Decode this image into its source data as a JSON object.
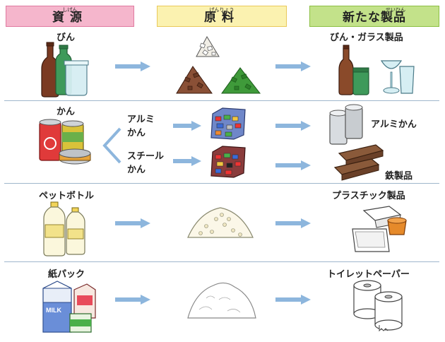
{
  "headers": {
    "resource": {
      "label": "資源",
      "ruby": "しげん"
    },
    "material": {
      "label": "原料",
      "ruby": "げんりょう"
    },
    "product": {
      "label": "新たな製品",
      "ruby": "せいひん"
    }
  },
  "rows": {
    "bottle": {
      "resource": "びん",
      "product": "びん・ガラス製品"
    },
    "can": {
      "resource": "かん",
      "branch_alu_line1": "アルミ",
      "branch_alu_line2": "かん",
      "branch_steel_line1": "スチール",
      "branch_steel_line2": "かん",
      "product_alu": "アルミかん",
      "product_steel": "鉄製品"
    },
    "pet": {
      "resource": "ペットボトル",
      "product": "プラスチック製品"
    },
    "paper": {
      "resource": "紙パック",
      "product": "トイレットペーパー"
    }
  },
  "milk_label": "MILK",
  "colors": {
    "arrow": "#8db6dd",
    "divider": "#9fb7cc",
    "header_resource": "#f5b6cc",
    "header_material": "#fbf2b0",
    "header_product": "#c3e28a"
  }
}
